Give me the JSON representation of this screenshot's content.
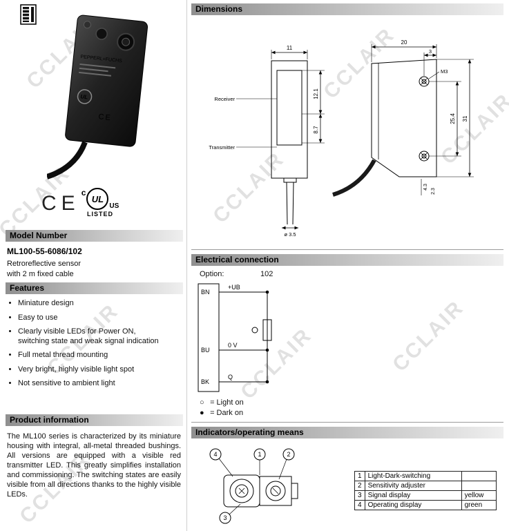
{
  "watermark": "CCLAIR",
  "left": {
    "photo": {
      "brand": "PEPPERL+FUCHS",
      "ul_text": "UL",
      "ce_text": "CE"
    },
    "ce_mark": "CE",
    "ul_mark": {
      "c": "c",
      "ul": "UL",
      "us": "US",
      "listed": "LISTED"
    },
    "model_number": {
      "header": "Model Number",
      "value": "ML100-55-6086/102",
      "line1": "Retroreflective sensor",
      "line2": "with 2 m fixed cable"
    },
    "features": {
      "header": "Features",
      "items": [
        "Miniature design",
        "Easy to use",
        "Clearly visible LEDs for Power ON, switching state and weak signal indication",
        "Full metal thread mounting",
        "Very bright, highly visible light spot",
        "Not sensitive to ambient light"
      ]
    },
    "product_info": {
      "header": "Product information",
      "text": "The ML100 series is characterized by its miniature housing with integral, all-metal threaded bushings. All versions are equipped with a visible red transmitter LED. This greatly simplifies installation and commissioning. The switching states are easily visible from all directions thanks to the highly visible LEDs."
    }
  },
  "right": {
    "dimensions": {
      "header": "Dimensions",
      "front": {
        "width": "11",
        "receiver_label": "Receiver",
        "transmitter_label": "Transmitter",
        "dim_a": "12.1",
        "dim_b": "8.7",
        "cable_dia": "ø 3.5"
      },
      "side": {
        "depth": "20",
        "hole_offset": "3",
        "thread": "M3",
        "hole_spacing": "25.4",
        "height": "31",
        "dim_c": "4.3",
        "dim_d": "2.3"
      }
    },
    "electrical": {
      "header": "Electrical connection",
      "option_label": "Option:",
      "option_value": "102",
      "pins": [
        {
          "terminal": "BN",
          "signal": "+UB"
        },
        {
          "terminal": "BU",
          "signal": "0 V"
        },
        {
          "terminal": "BK",
          "signal": "Q"
        }
      ],
      "legend": [
        {
          "symbol": "○",
          "text": "= Light on"
        },
        {
          "symbol": "●",
          "text": "= Dark on"
        }
      ]
    },
    "indicators": {
      "header": "Indicators/operating means",
      "callouts": [
        "1",
        "2",
        "3",
        "4"
      ],
      "table": [
        {
          "num": "1",
          "label": "Light-Dark-switching",
          "value": ""
        },
        {
          "num": "2",
          "label": "Sensitivity adjuster",
          "value": ""
        },
        {
          "num": "3",
          "label": "Signal display",
          "value": "yellow"
        },
        {
          "num": "4",
          "label": "Operating display",
          "value": "green"
        }
      ]
    }
  }
}
